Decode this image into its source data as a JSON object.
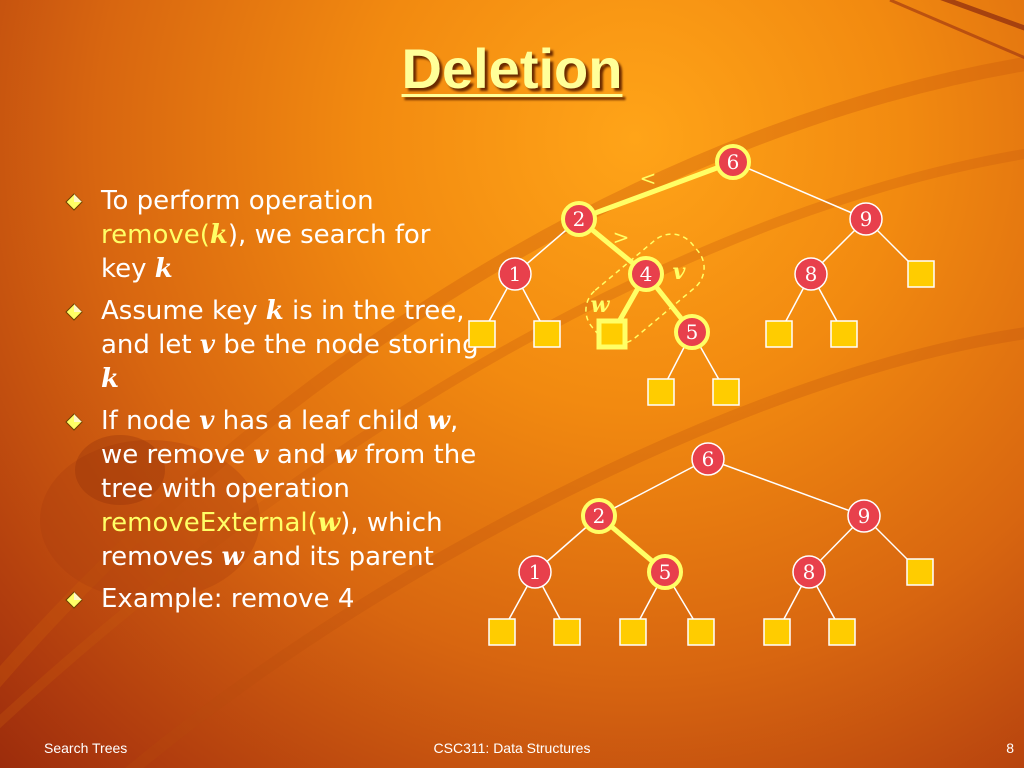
{
  "slide": {
    "title": "Deletion",
    "bullets": [
      {
        "parts": [
          "To perform operation ",
          "remove",
          "(",
          "k",
          "), we search for key ",
          "k"
        ]
      },
      {
        "parts": [
          "Assume key ",
          "k",
          " is in the tree, and let ",
          "v",
          " be the node storing ",
          "k"
        ]
      },
      {
        "parts": [
          "If node ",
          "v",
          " has a leaf child ",
          "w",
          ", we remove ",
          "v",
          " and ",
          "w",
          " from the tree with operation ",
          "removeExternal",
          "(",
          "w",
          "), which removes ",
          "w",
          " and its parent"
        ]
      },
      {
        "parts": [
          "Example: remove 4"
        ]
      }
    ]
  },
  "tree_before": {
    "nodes": [
      "6",
      "2",
      "9",
      "1",
      "4",
      "8",
      "5"
    ],
    "compare_labels": [
      "<",
      ">"
    ],
    "label_v": "v",
    "label_w": "w"
  },
  "tree_after": {
    "nodes": [
      "6",
      "2",
      "9",
      "1",
      "5",
      "8"
    ]
  },
  "footer": {
    "left": "Search Trees",
    "center": "CSC311: Data Structures",
    "page": "8"
  },
  "colors": {
    "title": "#ffff99",
    "text": "#ffffff",
    "keyword": "#ffff66",
    "node_fill": "#e8404c",
    "leaf_fill": "#ffcc00",
    "line": "#ffffff",
    "highlight": "#ffff66"
  }
}
